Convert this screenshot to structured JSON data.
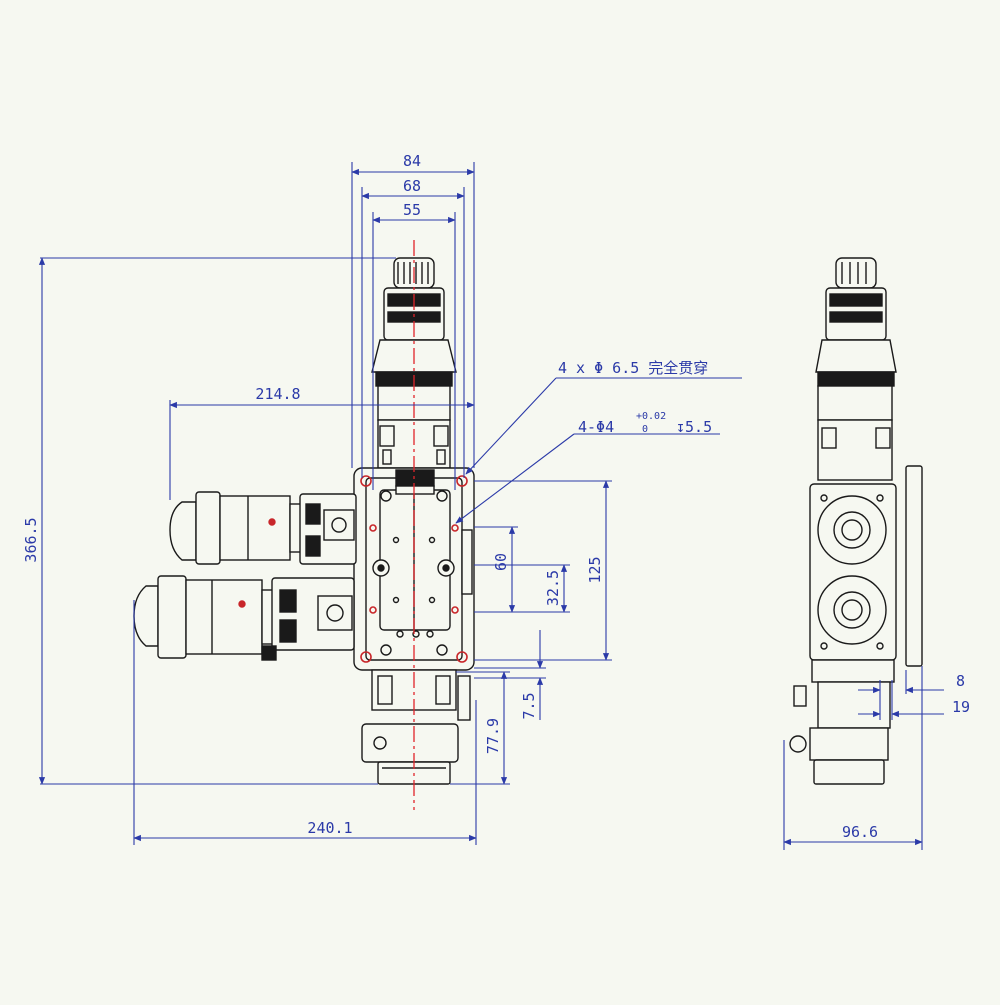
{
  "dimensions": {
    "width_84": "84",
    "width_68": "68",
    "width_55": "55",
    "height_366_5": "366.5",
    "offset_214_8": "214.8",
    "width_240_1": "240.1",
    "height_125": "125",
    "height_60": "60",
    "height_32_5": "32.5",
    "height_7_5": "7.5",
    "height_77_9": "77.9",
    "width_96_6": "96.6",
    "side_8": "8",
    "side_19": "19"
  },
  "callouts": {
    "through_holes": "4 x Φ 6.5 完全贯穿",
    "pin_holes_main": "4-Φ4",
    "pin_holes_tol_upper": "+0.02",
    "pin_holes_tol_lower": "0",
    "pin_holes_depth": "↧5.5"
  },
  "colors": {
    "background": "#f6f8f1",
    "dimension_blue": "#2b3aa8",
    "centerline_red": "#e0242a",
    "outline": "#1a1a1a",
    "hole_red": "#c8262a"
  }
}
